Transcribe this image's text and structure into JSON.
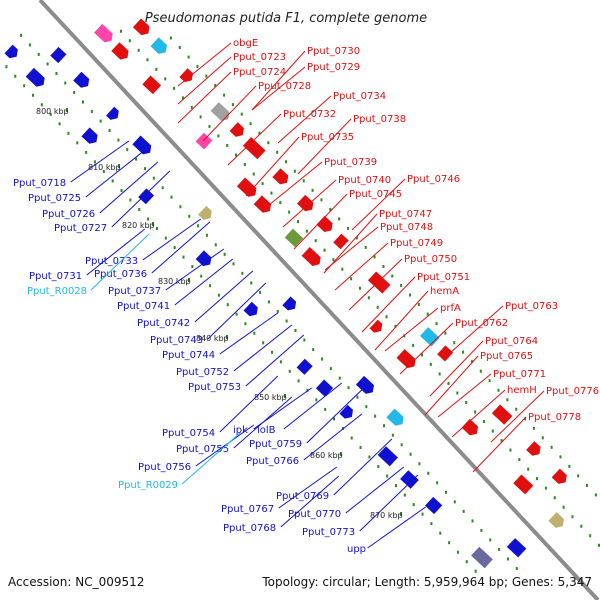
{
  "title": "Pseudomonas putida F1, complete genome",
  "footer": {
    "accession": "Accession: NC_009512",
    "summary": "Topology: circular; Length: 5,959,964 bp; Genes: 5,347"
  },
  "colors": {
    "backbone": "#8c8c8c",
    "tick": "#2a8a1f",
    "forward": "#e01010",
    "reverse": "#1010d0",
    "rna": "#22b8e8"
  },
  "scale_ticks": [
    {
      "kbp": 800,
      "label": "800 kbp"
    },
    {
      "kbp": 810,
      "label": "810 kbp"
    },
    {
      "kbp": 820,
      "label": "820 kbp"
    },
    {
      "kbp": 830,
      "label": "830 kbp"
    },
    {
      "kbp": 840,
      "label": "840 kbp"
    },
    {
      "kbp": 850,
      "label": "850 kbp"
    },
    {
      "kbp": 860,
      "label": "860 kbp"
    },
    {
      "kbp": 870,
      "label": "870 kbp"
    }
  ],
  "right_labels": [
    "obgE",
    "Pput_0723",
    "Pput_0724",
    "Pput_0728",
    "Pput_0730",
    "Pput_0729",
    "Pput_0734",
    "Pput_0732",
    "Pput_0738",
    "Pput_0735",
    "Pput_0739",
    "Pput_0740",
    "Pput_0746",
    "Pput_0745",
    "Pput_0747",
    "Pput_0748",
    "Pput_0749",
    "Pput_0750",
    "Pput_0751",
    "hemA",
    "prfA",
    "Pput_0763",
    "Pput_0762",
    "Pput_0764",
    "Pput_0765",
    "Pput_0771",
    "hemH",
    "Pput_0776",
    "Pput_0778"
  ],
  "left_labels": [
    "Pput_0718",
    "Pput_0725",
    "Pput_0726",
    "Pput_0727",
    "Pput_0733",
    "Pput_0731",
    "Pput_0736",
    "Pput_R0028",
    "Pput_0737",
    "Pput_0741",
    "Pput_0742",
    "Pput_0743",
    "Pput_0744",
    "Pput_0752",
    "Pput_0753",
    "Pput_0754",
    "ipk",
    "lolB",
    "Pput_0755",
    "Pput_0759",
    "Pput_0756",
    "Pput_0766",
    "Pput_R0029",
    "Pput_0769",
    "Pput_0767",
    "Pput_0770",
    "Pput_0768",
    "Pput_0773",
    "upp"
  ]
}
